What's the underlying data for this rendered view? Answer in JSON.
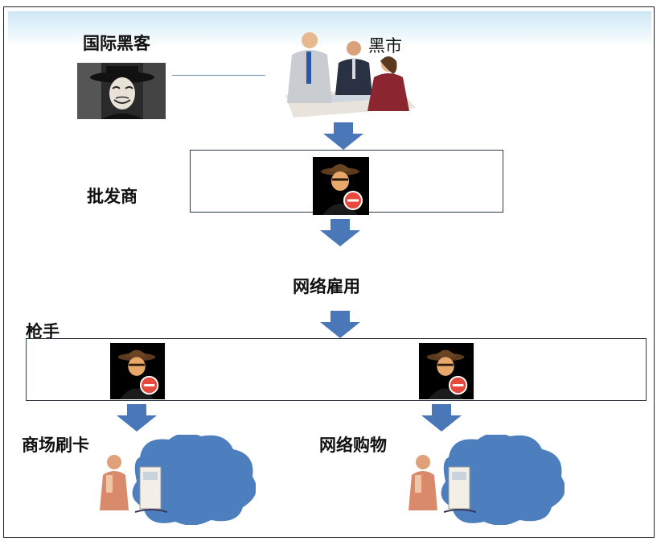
{
  "nodes": {
    "international_hacker": "国际黑客",
    "black_market": "黑市",
    "wholesaler": "批发商",
    "online_hiring": "网络雇用",
    "gunman": "枪手",
    "mall_card_swipe": "商场刷卡",
    "online_shopping": "网络购物"
  },
  "colors": {
    "arrow": "#4a77b8",
    "cloud": "#4d7ebd",
    "box_border": "#2f3b4a",
    "sky": "#d6ecf7"
  },
  "icons": {
    "hacker": "masked-hacker-portrait",
    "market": "business-meeting-illustration",
    "criminal": "hooded-figure-with-ban-sign-icon",
    "victim": "sad-person-at-atm-icon"
  }
}
